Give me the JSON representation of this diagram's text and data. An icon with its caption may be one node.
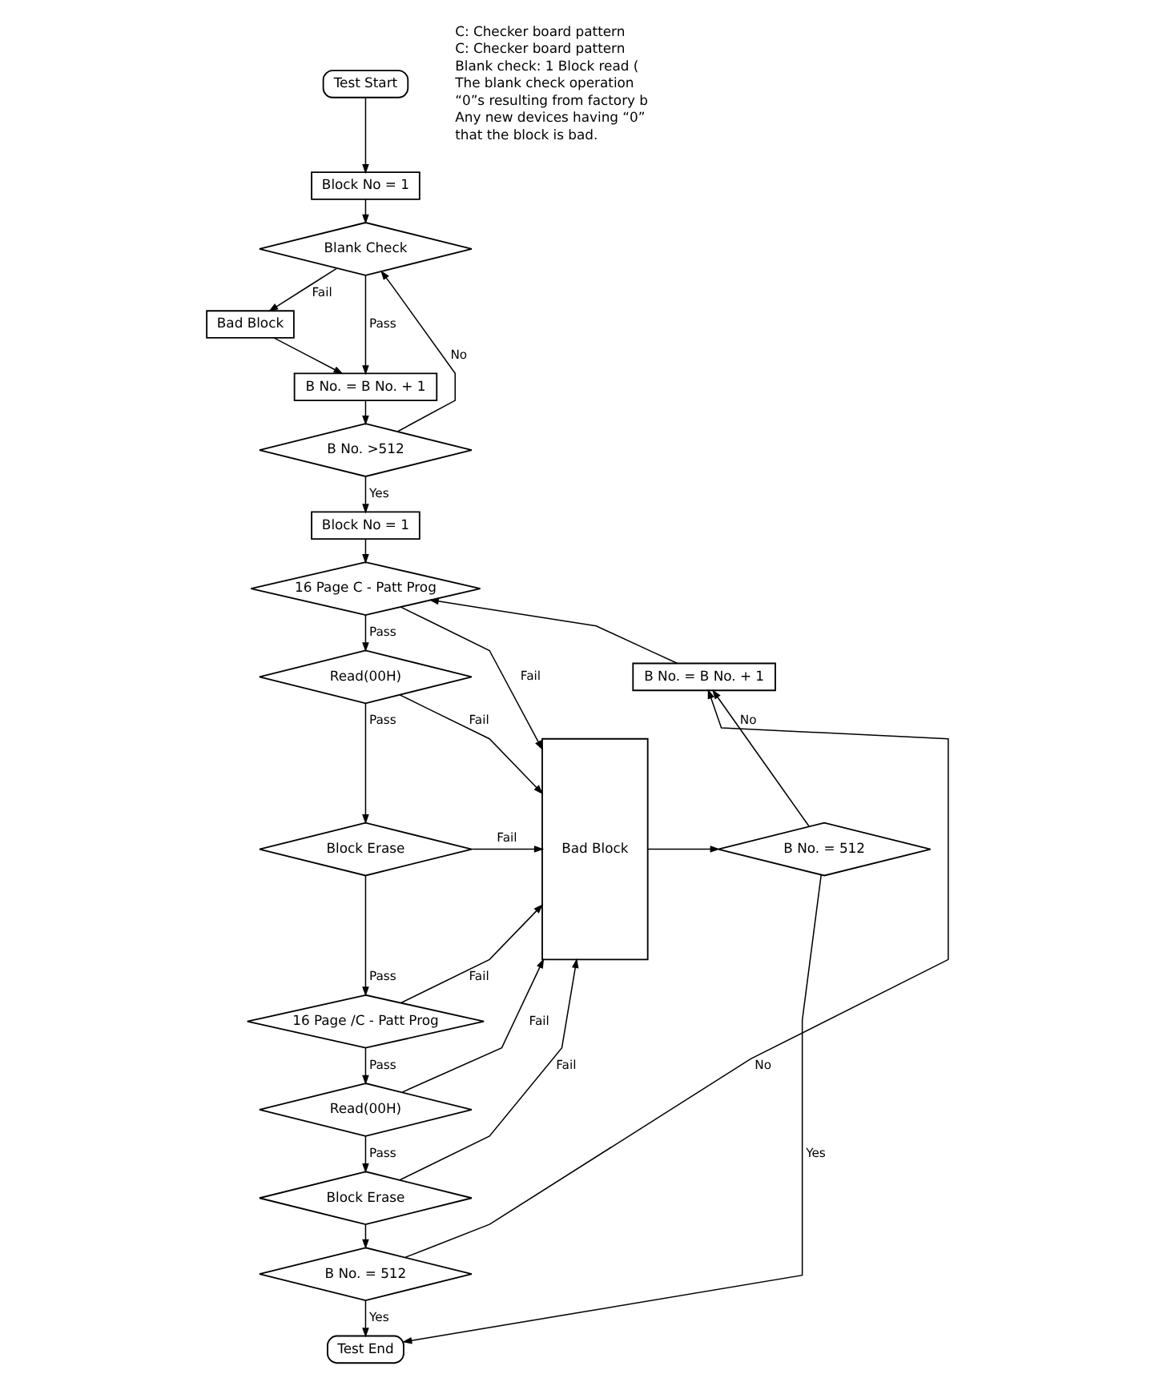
{
  "diagram": {
    "nodes": [
      {
        "text": [
          "Test Start"
        ]
      },
      {
        "text": [
          "Block No = 1"
        ]
      },
      {
        "text": [
          "Blank Check"
        ]
      },
      {
        "text": [
          "Bad Block"
        ]
      },
      {
        "text": [
          "B No. = B No. + 1"
        ]
      },
      {
        "text": [
          "B No. >512"
        ]
      },
      {
        "text": [
          "Block No = 1"
        ]
      },
      {
        "text": [
          "16 Page C - Patt Prog"
        ]
      },
      {
        "text": [
          "Read(00H)"
        ]
      },
      {
        "text": [
          "Block Erase"
        ]
      },
      {
        "text": [
          "16 Page /C - Patt Prog"
        ]
      },
      {
        "text": [
          "Read(00H)"
        ]
      },
      {
        "text": [
          "Block Erase"
        ]
      },
      {
        "text": [
          "B No. = 512"
        ]
      },
      {
        "text": [
          "Test End"
        ]
      },
      {
        "text": [
          "Bad Block"
        ]
      },
      {
        "text": [
          "B No. = 512"
        ]
      },
      {
        "text": [
          "B No. = B No. + 1"
        ]
      }
    ],
    "edges": [
      {
        "from": 0,
        "to": 1,
        "arrow": "to"
      },
      {
        "from": 1,
        "to": 2,
        "arrow": "to"
      },
      {
        "from": 2,
        "to": 3,
        "arrow": "to",
        "label": "Fail"
      },
      {
        "from": 2,
        "to": 4,
        "arrow": "to",
        "label": "Pass"
      },
      {
        "from": 3,
        "to": 4,
        "arrow": "to"
      },
      {
        "from": 4,
        "to": 5,
        "arrow": "to"
      },
      {
        "from": 5,
        "to": 2,
        "arrow": "to",
        "label": "No"
      },
      {
        "from": 5,
        "to": 6,
        "arrow": "to",
        "label": "Yes"
      },
      {
        "from": 6,
        "to": 7,
        "arrow": "to"
      },
      {
        "from": 7,
        "to": 8,
        "arrow": "to",
        "label": "Pass"
      },
      {
        "from": 8,
        "to": 9,
        "arrow": "to",
        "label": "Pass"
      },
      {
        "from": 9,
        "to": 10,
        "arrow": "to",
        "label": "Pass"
      },
      {
        "from": 10,
        "to": 11,
        "arrow": "to",
        "label": "Pass"
      },
      {
        "from": 11,
        "to": 12,
        "arrow": "to",
        "label": "Pass"
      },
      {
        "from": 12,
        "to": 13,
        "arrow": "to"
      },
      {
        "from": 7,
        "to": 15,
        "arrow": "to",
        "label": "Fail"
      },
      {
        "from": 8,
        "to": 15,
        "arrow": "to",
        "label": "Fail"
      },
      {
        "from": 9,
        "to": 15,
        "arrow": "to",
        "label": "Fail"
      },
      {
        "from": 10,
        "to": 15,
        "arrow": "to",
        "label": "Fail"
      },
      {
        "from": 11,
        "to": 15,
        "arrow": "to",
        "label": "Fail"
      },
      {
        "from": 12,
        "to": 15,
        "arrow": "to",
        "label": "Fail"
      },
      {
        "from": 15,
        "to": 16,
        "arrow": "to"
      },
      {
        "from": 16,
        "to": 17,
        "arrow": "to",
        "label": "No"
      },
      {
        "from": 17,
        "to": 7,
        "arrow": "to"
      },
      {
        "from": 16,
        "to": 14,
        "arrow": "to",
        "label": "Yes"
      },
      {
        "from": 13,
        "to": 14,
        "arrow": "to",
        "label": "Yes"
      },
      {
        "from": 13,
        "to": 17,
        "arrow": "to",
        "label": "No"
      }
    ],
    "labels": [
      "C: Checker board pattern",
      "C: Checker board pattern",
      "Blank check: 1 Block read (",
      "The blank check operation",
      "“0”s resulting from factory b",
      "Any new devices having “0”",
      "that the block is bad."
    ]
  }
}
